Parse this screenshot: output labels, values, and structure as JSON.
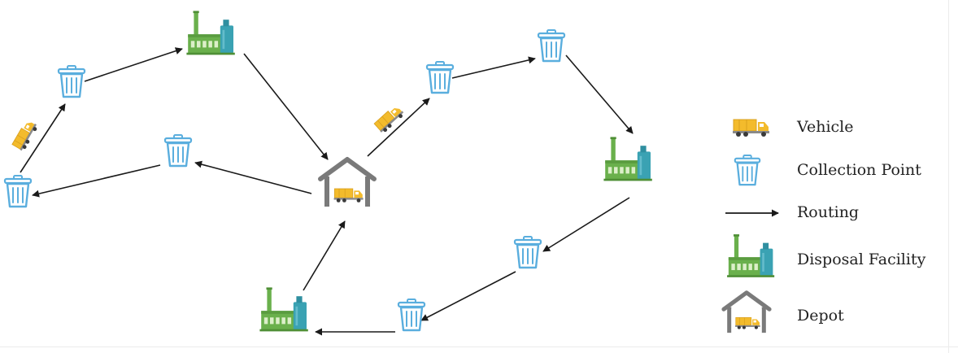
{
  "diagram": {
    "node_icons": {
      "vehicle": "truck-icon",
      "collection_point": "trash-bin-icon",
      "disposal_facility": "factory-icon",
      "depot": "depot-garage-icon"
    },
    "colors": {
      "bin": "#5aaede",
      "factory_green": "#6ab04c",
      "factory_teal": "#3aa2b3",
      "truck_yellow": "#f3bb2c",
      "depot_gray": "#7a7a7a",
      "arrow": "#1a1a1a"
    },
    "nodes": [
      {
        "id": "depot",
        "type": "depot"
      },
      {
        "id": "cp-1",
        "type": "collection_point"
      },
      {
        "id": "cp-2",
        "type": "collection_point"
      },
      {
        "id": "cp-3",
        "type": "collection_point"
      },
      {
        "id": "cp-4",
        "type": "collection_point"
      },
      {
        "id": "cp-5",
        "type": "collection_point"
      },
      {
        "id": "cp-6",
        "type": "collection_point"
      },
      {
        "id": "cp-7",
        "type": "collection_point"
      },
      {
        "id": "df-1",
        "type": "disposal_facility"
      },
      {
        "id": "df-2",
        "type": "disposal_facility"
      },
      {
        "id": "df-3",
        "type": "disposal_facility"
      },
      {
        "id": "veh-1",
        "type": "vehicle"
      },
      {
        "id": "veh-2",
        "type": "vehicle"
      }
    ],
    "edges": [
      {
        "from": "depot",
        "to": "cp-1"
      },
      {
        "from": "cp-1",
        "to": "cp-2"
      },
      {
        "from": "cp-2",
        "to": "cp-3"
      },
      {
        "from": "cp-3",
        "to": "df-1"
      },
      {
        "from": "df-1",
        "to": "depot"
      },
      {
        "from": "depot",
        "to": "cp-4"
      },
      {
        "from": "cp-4",
        "to": "cp-5"
      },
      {
        "from": "cp-5",
        "to": "df-2"
      },
      {
        "from": "df-2",
        "to": "cp-6"
      },
      {
        "from": "cp-6",
        "to": "cp-7"
      },
      {
        "from": "cp-7",
        "to": "df-3"
      },
      {
        "from": "df-3",
        "to": "depot"
      }
    ]
  },
  "legend": {
    "items": [
      {
        "key": "vehicle",
        "label": "Vehicle",
        "icon": "truck-icon"
      },
      {
        "key": "collection_point",
        "label": "Collection Point",
        "icon": "trash-bin-icon"
      },
      {
        "key": "routing",
        "label": "Routing",
        "icon": "arrow-right-icon"
      },
      {
        "key": "disposal_facility",
        "label": "Disposal Facility",
        "icon": "factory-icon"
      },
      {
        "key": "depot",
        "label": "Depot",
        "icon": "depot-garage-icon"
      }
    ]
  }
}
